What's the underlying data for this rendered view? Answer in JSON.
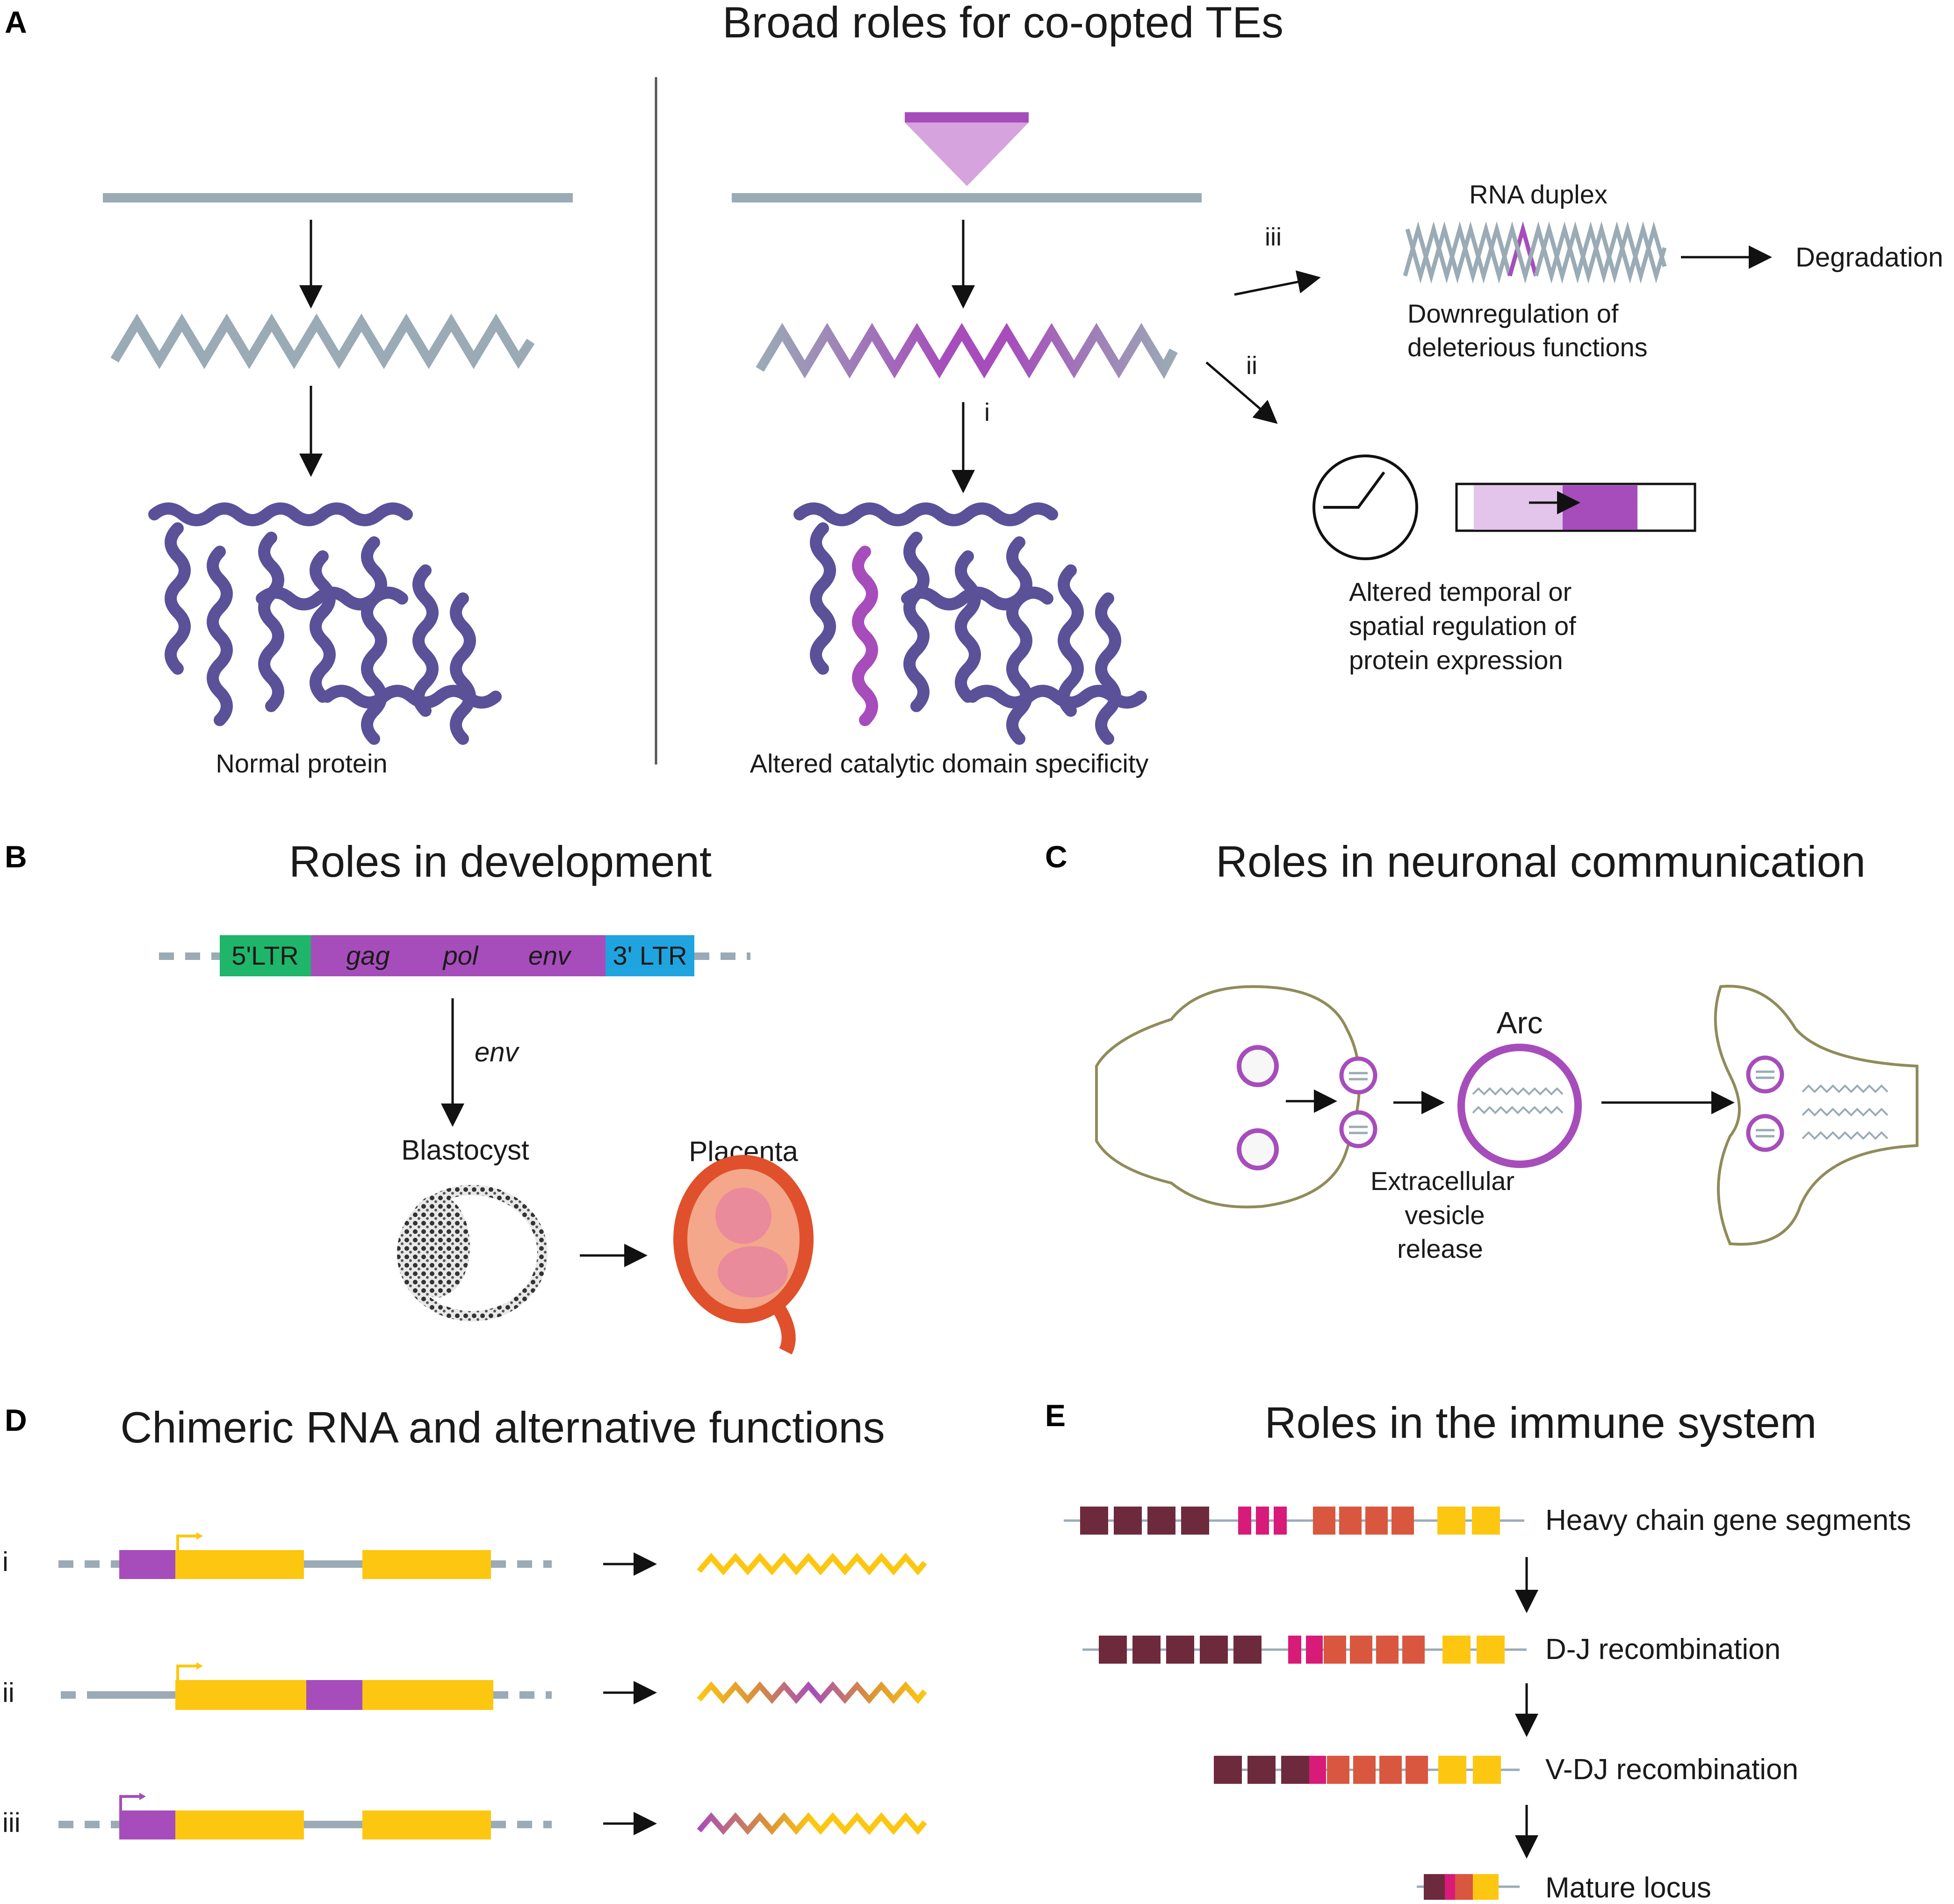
{
  "panel_a": {
    "letter": "A",
    "title": "Broad roles for co-opted TEs",
    "normal_protein": "Normal protein",
    "altered_catalytic": "Altered catalytic domain specificity",
    "step_i": "i",
    "step_ii": "ii",
    "step_iii": "iii",
    "rna_duplex": "RNA duplex",
    "downregulation": [
      "Downregulation of",
      "deleterious functions"
    ],
    "degradation": "Degradation",
    "altered_regulation": [
      "Altered temporal or",
      "spatial regulation of",
      "protein expression"
    ]
  },
  "panel_b": {
    "letter": "B",
    "title": "Roles in development",
    "segments": [
      "5'LTR",
      "gag",
      "pol",
      "env",
      "3' LTR"
    ],
    "arrow_label": "env",
    "blastocyst": "Blastocyst",
    "placenta": "Placenta"
  },
  "panel_c": {
    "letter": "C",
    "title": "Roles in neuronal communication",
    "arc": "Arc",
    "ev_release": [
      "Extracellular",
      "vesicle",
      "release"
    ]
  },
  "panel_d": {
    "letter": "D",
    "title": "Chimeric RNA and alternative functions",
    "rows": [
      "i",
      "ii",
      "iii"
    ]
  },
  "panel_e": {
    "letter": "E",
    "title": "Roles in the immune system",
    "steps": [
      "Heavy chain gene segments",
      "D-J recombination",
      "V-DJ recombination",
      "Mature locus"
    ]
  },
  "colors": {
    "gray_line": "#9aabb5",
    "protein": "#5a5199",
    "magenta": "#a64dbb",
    "light_magenta": "#d7a3de",
    "yellow": "#fdc711",
    "green": "#1fb56a",
    "blue": "#20a4e0",
    "maroon": "#6e2a3d",
    "pink": "#d81b78",
    "coral": "#d9573f",
    "cell_outline": "#8f8c5a"
  }
}
